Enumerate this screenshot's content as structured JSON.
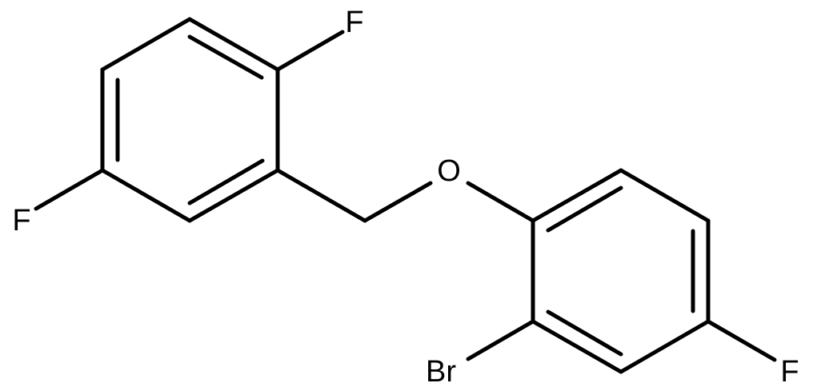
{
  "molecule": {
    "atoms": {
      "f_top": "F",
      "f_left": "F",
      "o_ether": "O",
      "br": "Br",
      "f_right": "F"
    }
  }
}
